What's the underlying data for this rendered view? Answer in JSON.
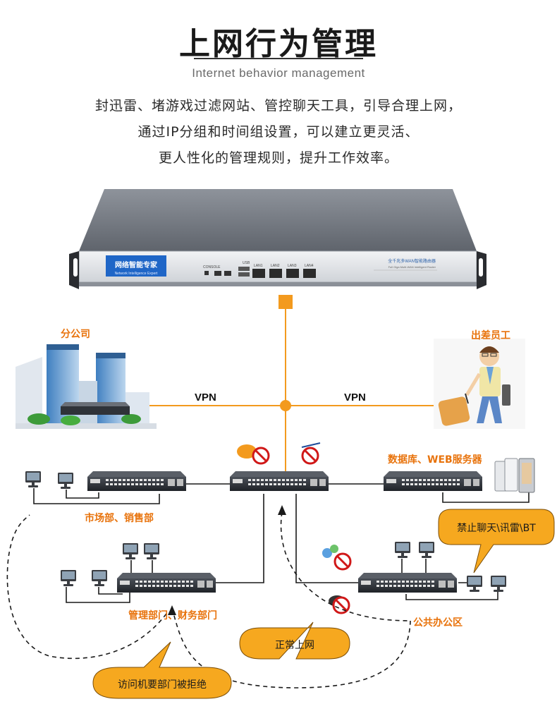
{
  "header": {
    "title": "上网行为管理",
    "subtitle": "Internet behavior management",
    "description": [
      "封迅雷、堵游戏过滤网站、管控聊天工具，引导合理上网，",
      "通过IP分组和时间组设置，可以建立更灵活、",
      "更人性化的管理规则，提升工作效率。"
    ]
  },
  "device": {
    "brand_cn": "网络智能专家",
    "brand_en": "Network Intelligence Expert",
    "model_cn": "全千兆多WAN智能路由器",
    "model_en": "Full Giga Multi-WAN Intelligent Router",
    "port_labels": [
      "CONSOLE",
      "USB",
      "LAN1",
      "LAN2",
      "LAN3",
      "LAN4"
    ]
  },
  "diagram": {
    "branch_label": "分公司",
    "traveler_label": "出差员工",
    "vpn_left": "VPN",
    "vpn_right": "VPN",
    "server_label": "数据库、WEB服务器",
    "market_label": "市场部、销售部",
    "mgmt_label": "管理部门、财务部门",
    "public_label": "公共办公区",
    "bubble_block_chat": "禁止聊天\\讯雷\\BT",
    "bubble_normal": "正常上网",
    "bubble_denied": "访问机要部门被拒绝"
  },
  "colors": {
    "accent": "#f39a1e",
    "label_orange": "#e8730c",
    "bubble_fill": "#f6a81f",
    "line": "#1a1a1a",
    "switch_body": "#2b2f35"
  },
  "icons": [
    "block-sign-icon",
    "no-chat-icon",
    "no-thunder-icon",
    "no-bt-icon",
    "no-game-icon"
  ]
}
